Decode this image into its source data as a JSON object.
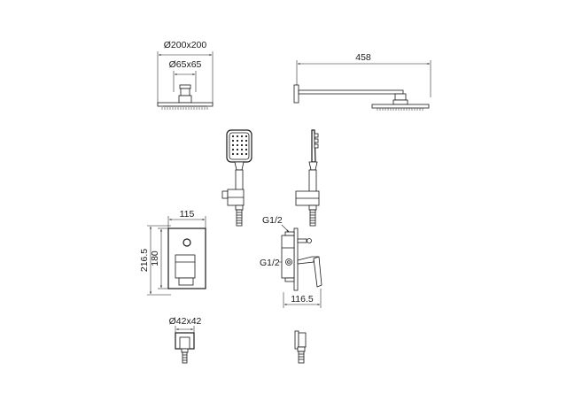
{
  "dimensions": {
    "rain_head_size": "Ø200x200",
    "rain_head_base": "Ø65x65",
    "shower_arm_length": "458",
    "valve_plate_width": "115",
    "valve_plate_height_outer": "216.5",
    "valve_plate_height_inner": "180",
    "inlet_top": "G1/2",
    "inlet_bottom": "G1/2",
    "valve_depth": "116.5",
    "outlet_size": "Ø42x42"
  }
}
